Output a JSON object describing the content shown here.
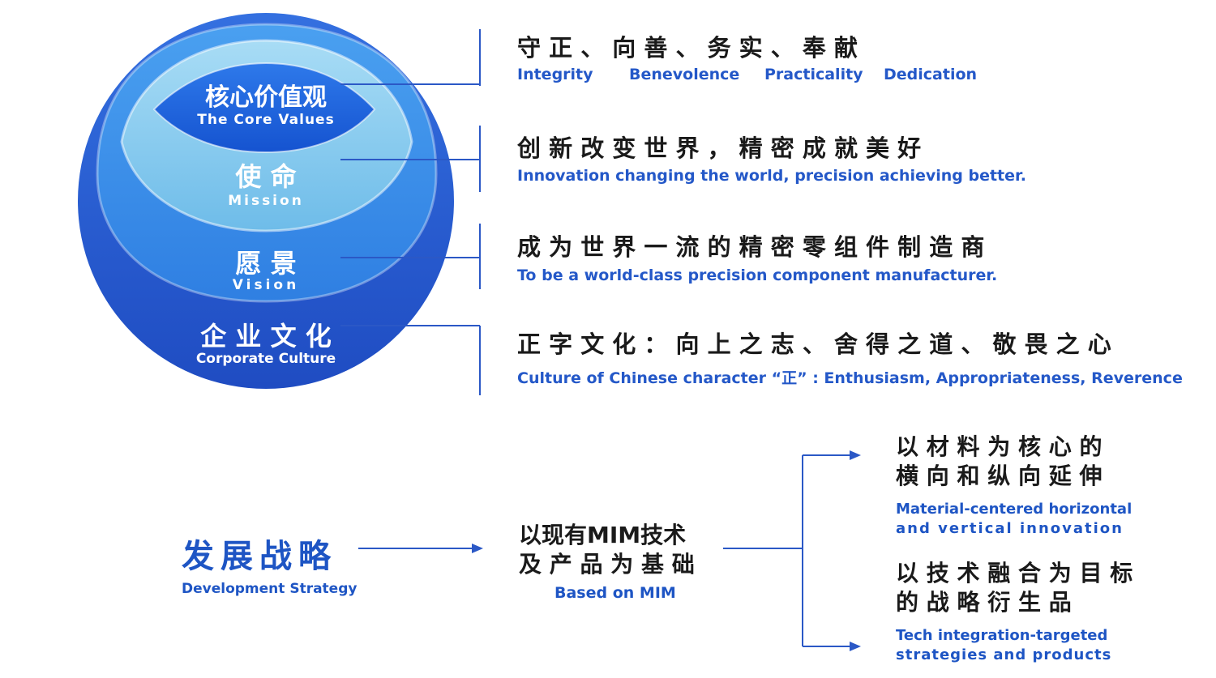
{
  "colors": {
    "outer": "#2a5fd3",
    "vision": "#3d8fe8",
    "mission": "#7ec6ec",
    "core": "#1c63dc",
    "line": "#2b58c6"
  },
  "circle": {
    "core_zh": "核心价值观",
    "core_en": "The Core Values",
    "mission_zh": "使 命",
    "mission_en": "Mission",
    "vision_zh": "愿 景",
    "vision_en": "Vision",
    "culture_zh": "企 业 文 化",
    "culture_en": "Corporate Culture"
  },
  "values": {
    "zh": "守 正 、 向 善 、 务 实 、 奉 献",
    "en": [
      "Integrity",
      "Benevolence",
      "Practicality",
      "Dedication"
    ]
  },
  "mission": {
    "zh": "创 新 改 变 世 界 ， 精 密 成 就 美 好",
    "en": "Innovation changing the world, precision achieving better."
  },
  "vision": {
    "zh": "成 为 世 界 一 流 的 精 密 零 组 件 制 造 商",
    "en": "To be a world-class precision component manufacturer."
  },
  "culture": {
    "zh": "正 字 文 化 ： 向 上 之 志 、 舍 得 之 道 、 敬 畏 之 心",
    "en": "Culture of Chinese character “正” : Enthusiasm, Appropriateness, Reverence"
  },
  "strategy": {
    "title": "发展战略",
    "subtitle": "Development Strategy",
    "base_zh_1": "以现有MIM技术",
    "base_zh_2": "及 产 品 为 基 础",
    "base_en": "Based on MIM",
    "branch1_zh_1": "以 材 料 为 核 心 的",
    "branch1_zh_2": "横 向 和 纵 向 延 伸",
    "branch1_en_1": "Material-centered horizontal",
    "branch1_en_2": "and vertical innovation",
    "branch2_zh_1": "以 技 术 融 合 为 目 标",
    "branch2_zh_2": "的 战 略 衍 生 品",
    "branch2_en_1": "Tech integration-targeted",
    "branch2_en_2": "strategies and products"
  }
}
